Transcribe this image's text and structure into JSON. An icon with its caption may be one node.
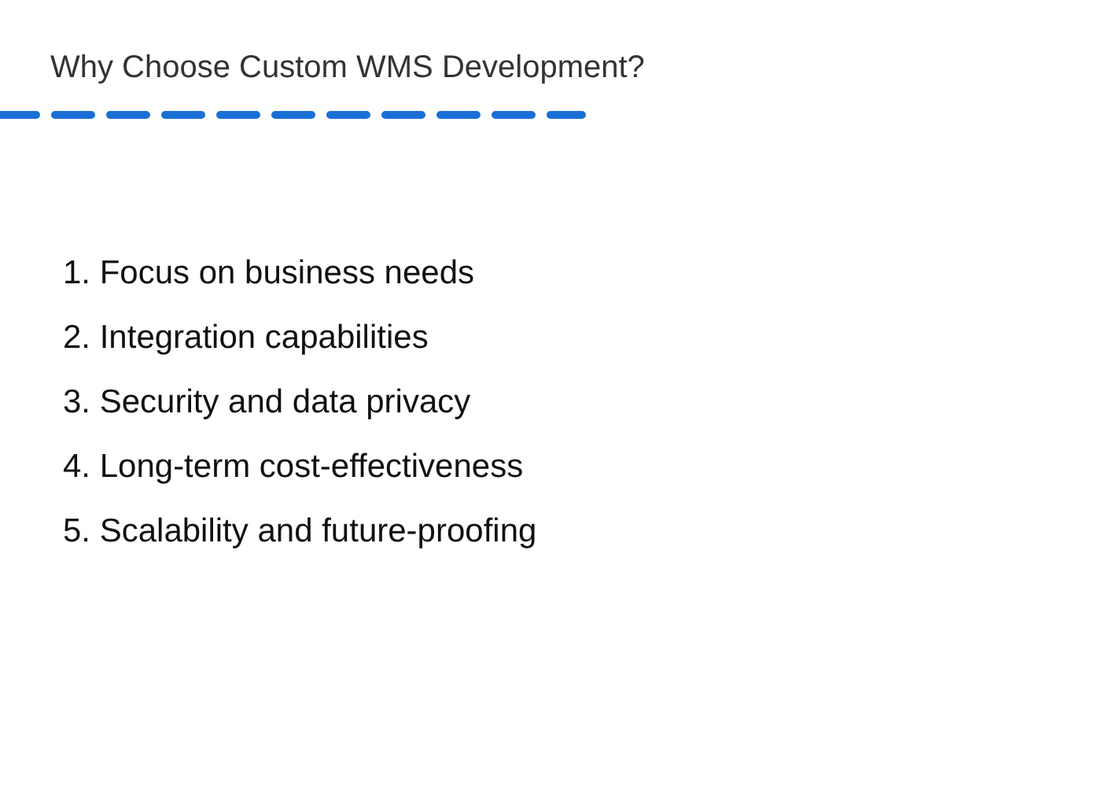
{
  "diagram": {
    "title": "Why Choose Custom WMS Development?",
    "labels": [
      "1. Focus on business needs",
      "2. Integration capabilities",
      "3. Security and data privacy",
      "4. Long-term cost-effectiveness",
      "5. Scalability and future-proofing"
    ]
  }
}
